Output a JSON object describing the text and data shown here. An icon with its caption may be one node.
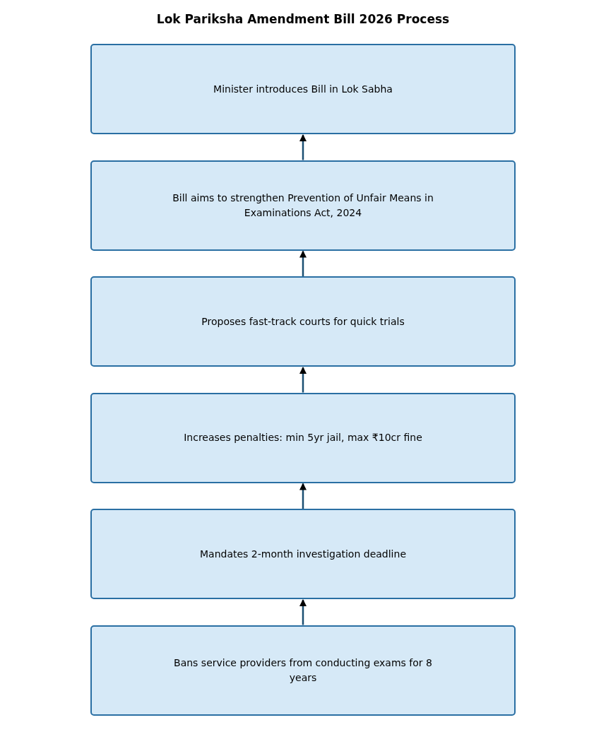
{
  "diagram": {
    "title": "Lok Pariksha Amendment Bill 2026 Process",
    "nodes": [
      {
        "text": [
          "Minister introduces Bill in Lok Sabha"
        ]
      },
      {
        "text": [
          "Bill aims to strengthen Prevention of Unfair Means in Examinations Act, 2024"
        ]
      },
      {
        "text": [
          "Proposes fast-track courts for quick trials"
        ]
      },
      {
        "text": [
          "Increases penalties: min 5yr jail, max ₹10cr fine"
        ]
      },
      {
        "text": [
          "Mandates 2-month investigation deadline"
        ]
      },
      {
        "text": [
          "Bans service providers from conducting exams for 8 years"
        ]
      }
    ],
    "edges": [
      {
        "from": 1,
        "to": 0,
        "arrow": "to"
      },
      {
        "from": 2,
        "to": 1,
        "arrow": "to"
      },
      {
        "from": 3,
        "to": 2,
        "arrow": "to"
      },
      {
        "from": 4,
        "to": 3,
        "arrow": "to"
      },
      {
        "from": 5,
        "to": 4,
        "arrow": "to"
      }
    ]
  }
}
